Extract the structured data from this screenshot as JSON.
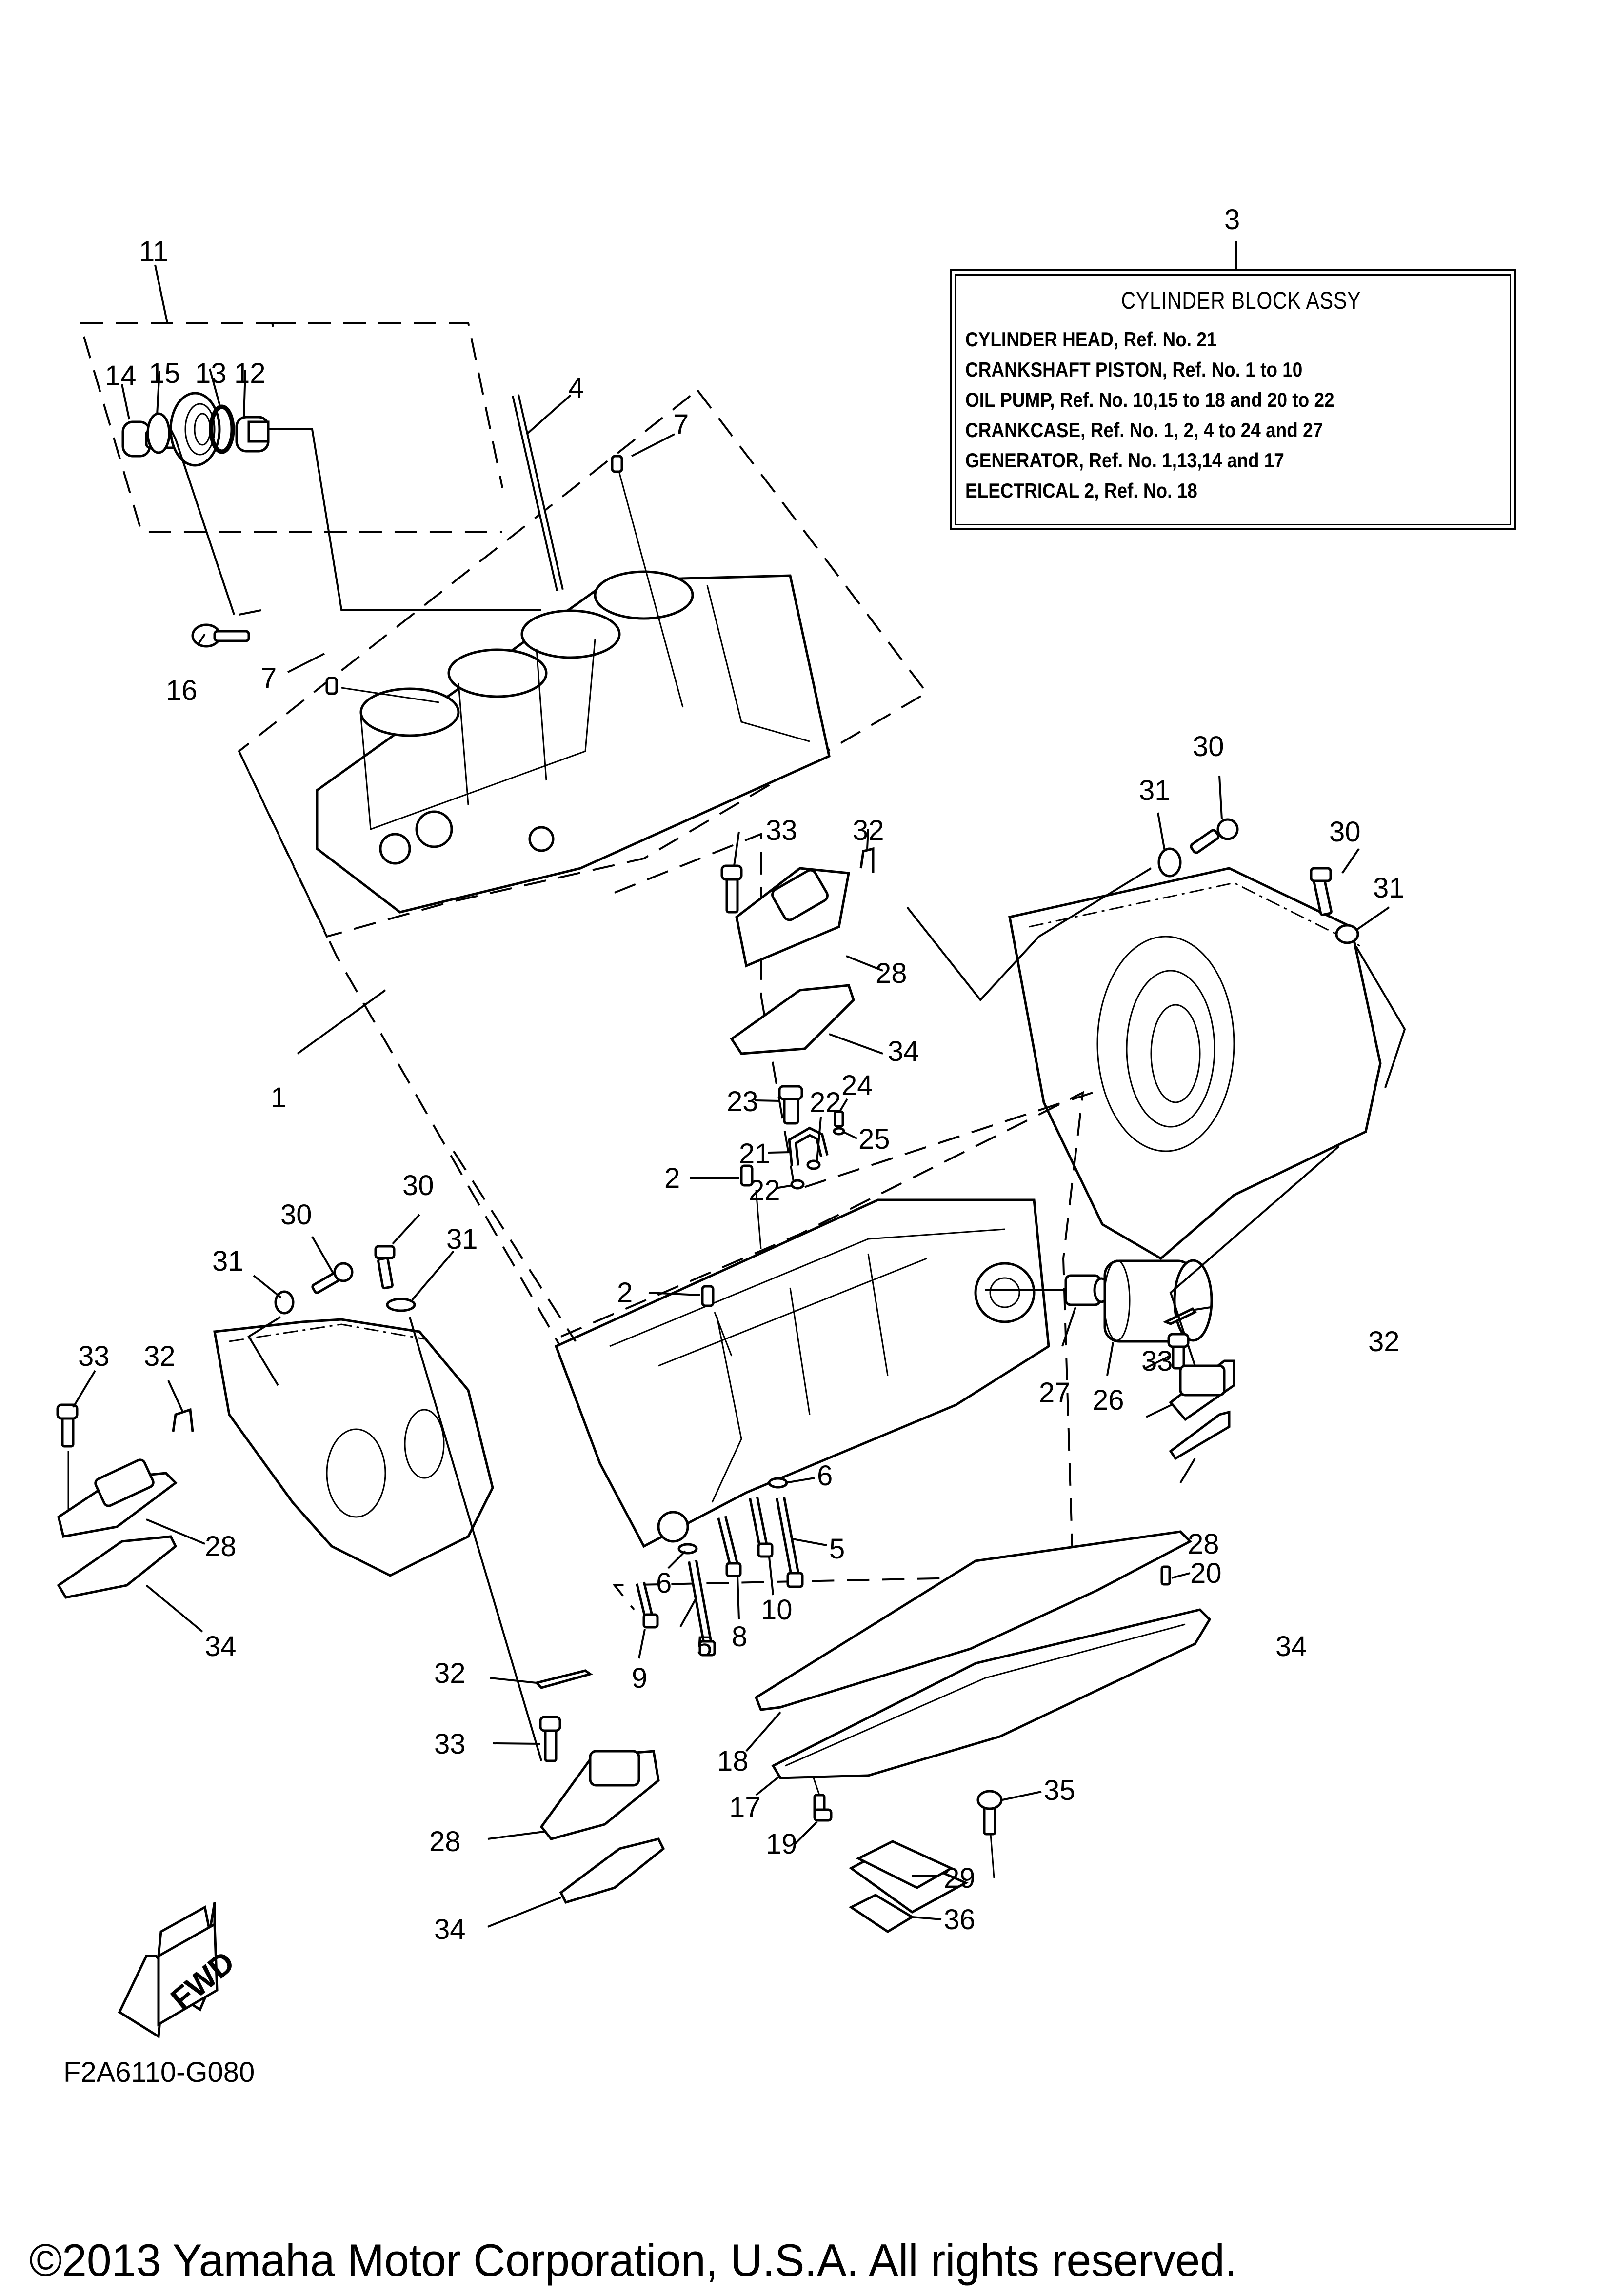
{
  "diagram": {
    "title": "CYLINDER BLOCK ASSY",
    "reference_code": "F2A6110-G080",
    "copyright": "©2013 Yamaha Motor Corporation, U.S.A. All rights reserved.",
    "forward_marker": "FWD",
    "assembly_box": {
      "ref_number": "3",
      "title": "CYLINDER BLOCK ASSY",
      "lines": [
        "CYLINDER HEAD,  Ref. No. 21",
        "CRANKSHAFT PISTON, Ref. No. 1 to 10",
        "OIL PUMP, Ref. No. 10,15 to 18 and 20 to 22",
        "CRANKCASE,  Ref. No. 1, 2, 4 to 24 and 27",
        "GENERATOR, Ref. No. 1,13,14 and 17",
        "ELECTRICAL 2,  Ref. No. 18"
      ]
    },
    "callouts": [
      {
        "ref": "1"
      },
      {
        "ref": "2"
      },
      {
        "ref": "2"
      },
      {
        "ref": "4"
      },
      {
        "ref": "5"
      },
      {
        "ref": "5"
      },
      {
        "ref": "6"
      },
      {
        "ref": "6"
      },
      {
        "ref": "7"
      },
      {
        "ref": "7"
      },
      {
        "ref": "8"
      },
      {
        "ref": "9"
      },
      {
        "ref": "10"
      },
      {
        "ref": "11"
      },
      {
        "ref": "12"
      },
      {
        "ref": "13"
      },
      {
        "ref": "14"
      },
      {
        "ref": "15"
      },
      {
        "ref": "16"
      },
      {
        "ref": "17"
      },
      {
        "ref": "18"
      },
      {
        "ref": "19"
      },
      {
        "ref": "20"
      },
      {
        "ref": "21"
      },
      {
        "ref": "22"
      },
      {
        "ref": "22"
      },
      {
        "ref": "23"
      },
      {
        "ref": "24"
      },
      {
        "ref": "25"
      },
      {
        "ref": "26"
      },
      {
        "ref": "27"
      },
      {
        "ref": "28"
      },
      {
        "ref": "28"
      },
      {
        "ref": "28"
      },
      {
        "ref": "28"
      },
      {
        "ref": "29"
      },
      {
        "ref": "30"
      },
      {
        "ref": "30"
      },
      {
        "ref": "30"
      },
      {
        "ref": "30"
      },
      {
        "ref": "31"
      },
      {
        "ref": "31"
      },
      {
        "ref": "31"
      },
      {
        "ref": "31"
      },
      {
        "ref": "32"
      },
      {
        "ref": "32"
      },
      {
        "ref": "32"
      },
      {
        "ref": "32"
      },
      {
        "ref": "33"
      },
      {
        "ref": "33"
      },
      {
        "ref": "33"
      },
      {
        "ref": "33"
      },
      {
        "ref": "34"
      },
      {
        "ref": "34"
      },
      {
        "ref": "34"
      },
      {
        "ref": "34"
      },
      {
        "ref": "35"
      },
      {
        "ref": "36"
      }
    ]
  }
}
